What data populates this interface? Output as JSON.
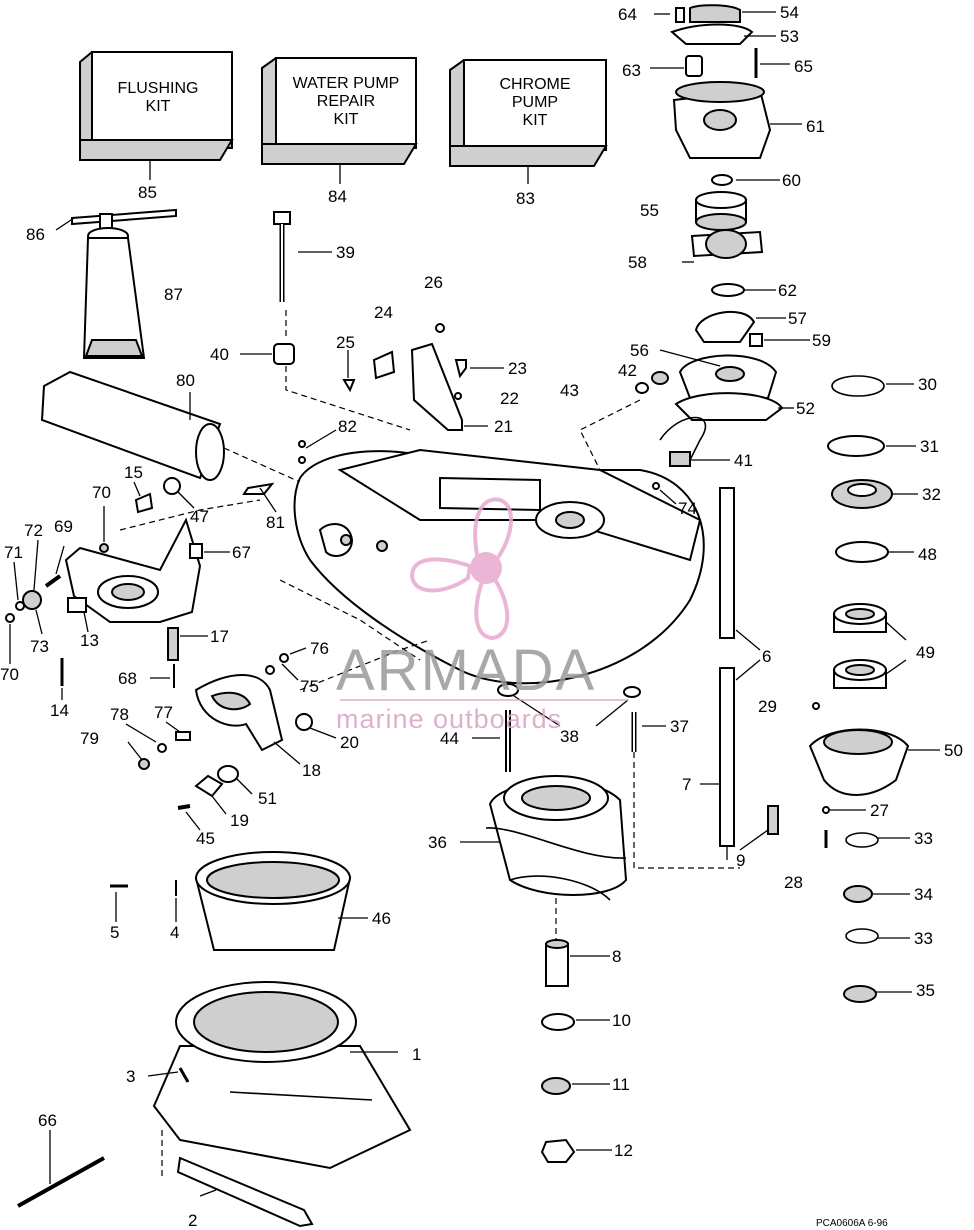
{
  "watermark": {
    "brand": "ARMADA",
    "tagline": "marine outboards",
    "accent_color": "#e8a9cf",
    "text_color": "#9a9a9a"
  },
  "kits": {
    "flushing": [
      "FLUSHING",
      "KIT"
    ],
    "water_pump": [
      "WATER PUMP",
      "REPAIR",
      "KIT"
    ],
    "chrome_pump": [
      "CHROME",
      "PUMP",
      "KIT"
    ]
  },
  "callouts": {
    "c1": "1",
    "c2": "2",
    "c3": "3",
    "c4": "4",
    "c5": "5",
    "c6": "6",
    "c6b": "6",
    "c7": "7",
    "c8": "8",
    "c9": "9",
    "c10": "10",
    "c11": "11",
    "c12": "12",
    "c13": "13",
    "c14": "14",
    "c15": "15",
    "c17": "17",
    "c18": "18",
    "c19": "19",
    "c20": "20",
    "c21": "21",
    "c22": "22",
    "c23": "23",
    "c24": "24",
    "c25": "25",
    "c26": "26",
    "c27": "27",
    "c28": "28",
    "c29": "29",
    "c30": "30",
    "c31": "31",
    "c32": "32",
    "c33a": "33",
    "c33b": "33",
    "c34": "34",
    "c35": "35",
    "c36": "36",
    "c37": "37",
    "c38": "38",
    "c39": "39",
    "c40": "40",
    "c41": "41",
    "c42": "42",
    "c43": "43",
    "c44": "44",
    "c45": "45",
    "c46": "46",
    "c47": "47",
    "c48": "48",
    "c49": "49",
    "c50": "50",
    "c51": "51",
    "c52": "52",
    "c53": "53",
    "c54": "54",
    "c55": "55",
    "c56": "56",
    "c57": "57",
    "c58": "58",
    "c59": "59",
    "c60": "60",
    "c61": "61",
    "c62": "62",
    "c63": "63",
    "c64": "64",
    "c65": "65",
    "c66": "66",
    "c67": "67",
    "c68": "68",
    "c69": "69",
    "c70a": "70",
    "c70b": "70",
    "c71": "71",
    "c72": "72",
    "c73": "73",
    "c74": "74",
    "c75": "75",
    "c76": "76",
    "c77": "77",
    "c78": "78",
    "c79": "79",
    "c80": "80",
    "c81": "81",
    "c82": "82",
    "c83": "83",
    "c84": "84",
    "c85": "85",
    "c86": "86",
    "c87": "87"
  },
  "drawing_code": "PCA0606A  6-96"
}
